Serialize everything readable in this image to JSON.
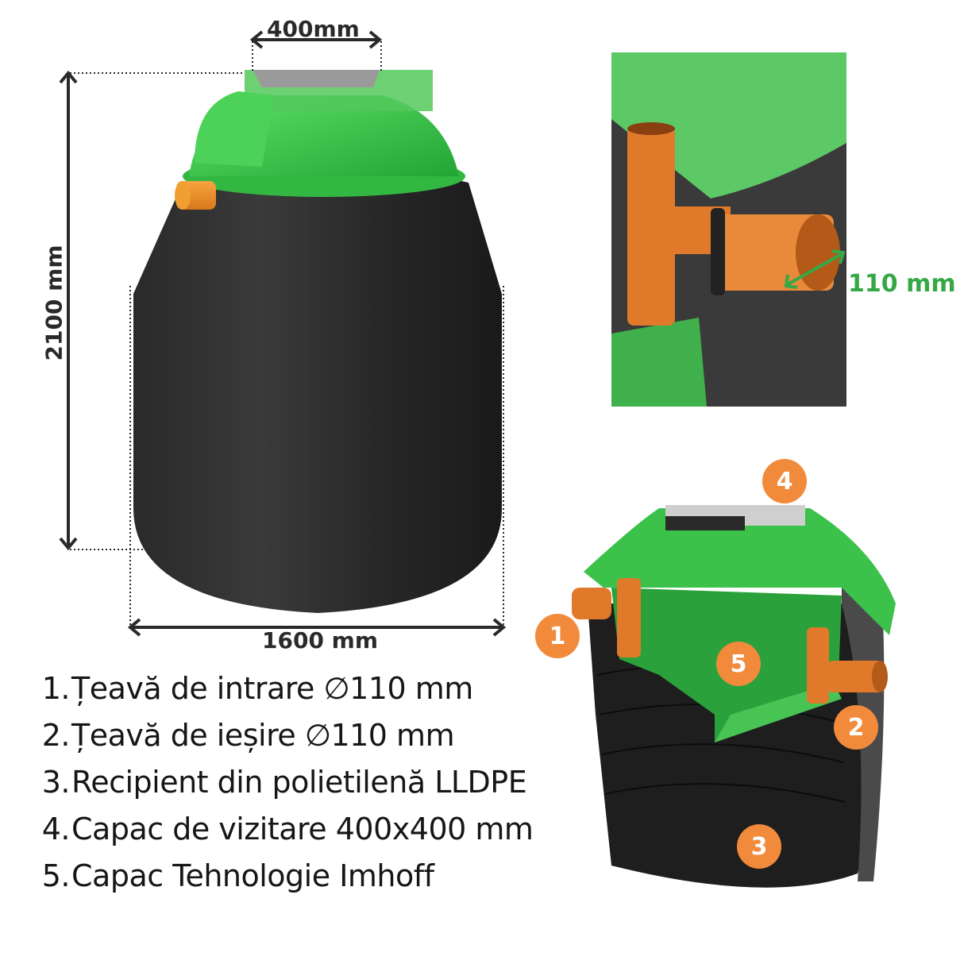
{
  "dimensions": {
    "width_top": "400mm",
    "height": "2100 mm",
    "width_bottom": "1600 mm",
    "pipe_diameter": "110 mm"
  },
  "legend": {
    "items": [
      {
        "num": "1.",
        "label": "Țeavă de intrare  ∅110 mm"
      },
      {
        "num": "2.",
        "label": "Țeavă de ieșire  ∅110 mm"
      },
      {
        "num": "3.",
        "label": "Recipient din polietilenă LLDPE"
      },
      {
        "num": "4.",
        "label": "Capac de vizitare 400x400 mm"
      },
      {
        "num": "5.",
        "label": "Capac Tehnologie Imhoff"
      }
    ]
  },
  "badges": {
    "b1": "1",
    "b2": "2",
    "b3": "3",
    "b4": "4",
    "b5": "5"
  },
  "colors": {
    "tank_black": "#1f1f1f",
    "lid_green": "#3cc24a",
    "pipe_orange": "#e07a2a",
    "badge_orange": "#f28a3c",
    "dimension_green": "#35a845"
  }
}
